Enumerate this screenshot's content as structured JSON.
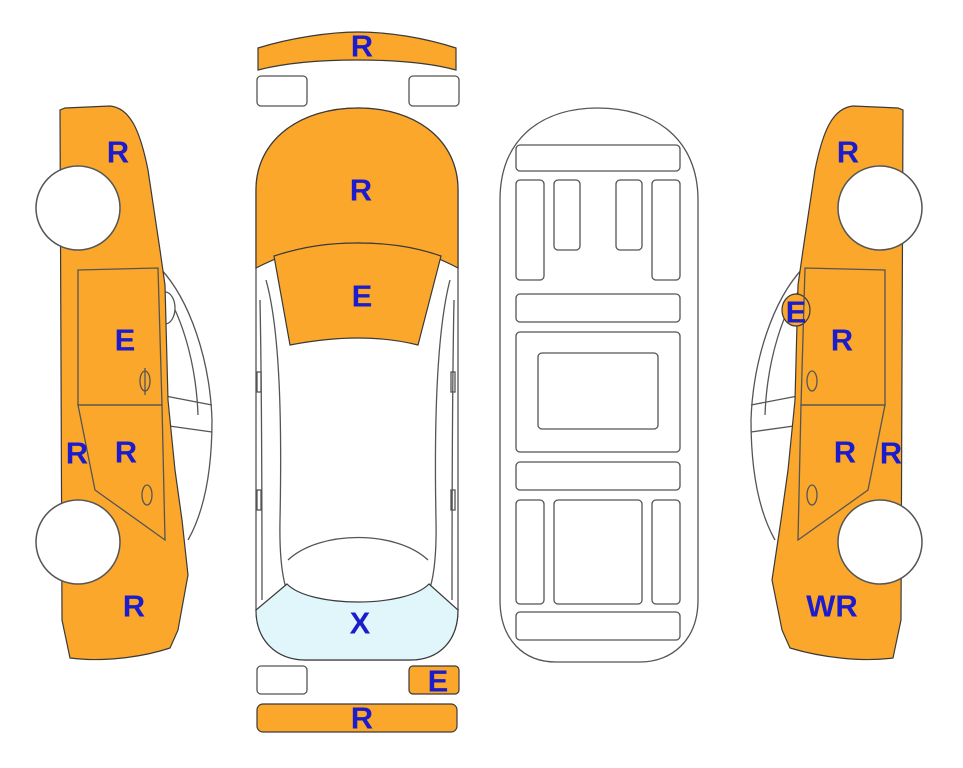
{
  "parts": {
    "left_front_fender": "R",
    "left_front_door": "E",
    "left_rocker": "R",
    "left_rear_door": "R",
    "left_rear_quarter": "R",
    "front_bumper": "R",
    "hood": "R",
    "windshield_area": "E",
    "rear_window": "X",
    "rear_right_lamp": "E",
    "rear_bumper": "R",
    "right_front_fender": "R",
    "right_mirror": "E",
    "right_front_door": "R",
    "right_rear_door": "R",
    "right_rocker": "R",
    "right_rear_quarter": "WR"
  },
  "colors": {
    "damaged_panel": "#fba72b",
    "glass_panel": "#e0f6fb",
    "code_text": "#1c1ccb",
    "outline": "#555555"
  }
}
